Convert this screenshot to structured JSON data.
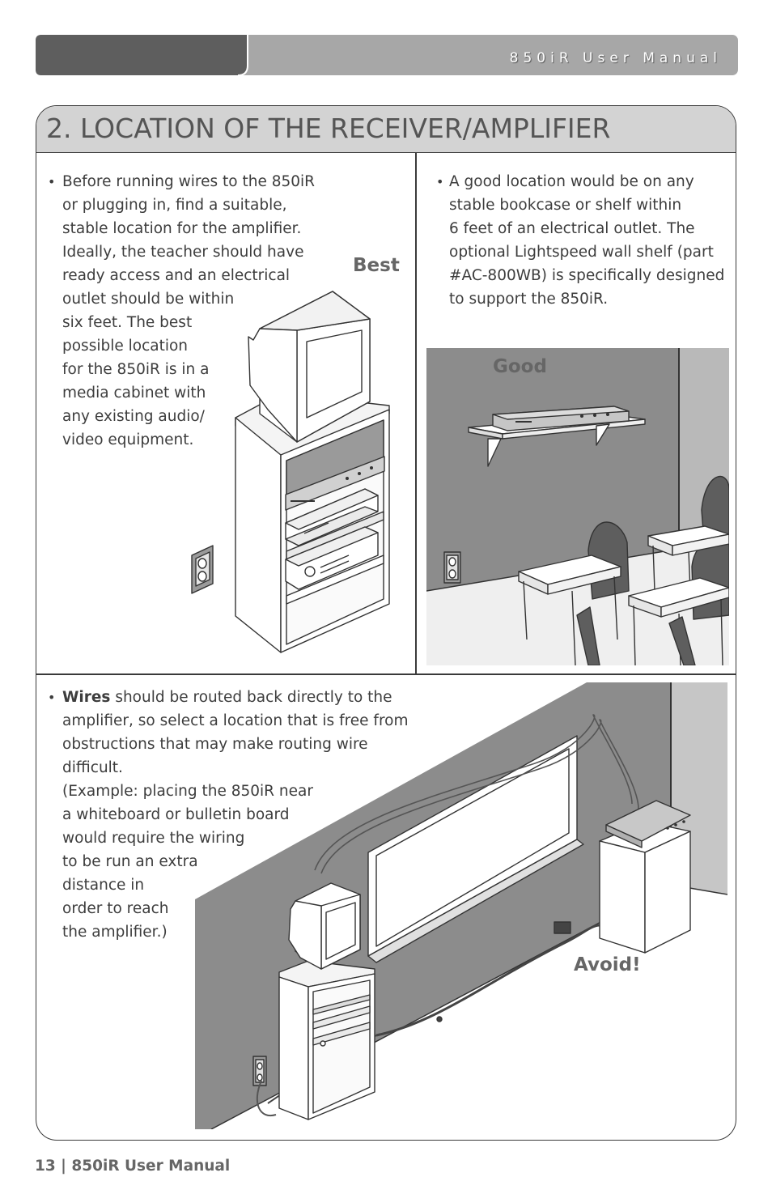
{
  "header": {
    "title": "850iR User Manual"
  },
  "section": {
    "title": "2. LOCATION OF THE RECEIVER/AMPLIFIER"
  },
  "best": {
    "bullet": "•",
    "lines": [
      "Before running wires to the 850iR",
      "or plugging in, find a suitable,",
      "stable location for the amplifier.",
      "Ideally, the teacher should have",
      "ready access and an electrical",
      "outlet should be within",
      "six feet. The best",
      "possible location",
      "for the 850iR is in a",
      "media cabinet with",
      "any existing audio/",
      "video equipment."
    ],
    "caption": "Best"
  },
  "good": {
    "bullet": "•",
    "lines": [
      "A good location would be on any",
      "stable bookcase or shelf within",
      "6 feet of an electrical outlet. The",
      "optional Lightspeed wall shelf (part",
      "#AC-800WB) is specifically designed",
      "to support the 850iR."
    ],
    "caption": "Good"
  },
  "avoid": {
    "bullet": "•",
    "bold_lead": "Wires",
    "first_line_rest": " should be routed back directly to the",
    "lines": [
      "amplifier, so select a location that is free from",
      "obstructions that may make routing wire",
      "difficult.",
      "(Example: placing the 850iR near",
      "a whiteboard or bulletin board",
      "would require the wiring",
      "to be run an extra",
      "distance in",
      "order to reach",
      "the amplifier.)"
    ],
    "caption": "Avoid!"
  },
  "footer": {
    "text": "13 | 850iR User Manual"
  },
  "colors": {
    "header_dark": "#5e5e5e",
    "header_light": "#a7a7a7",
    "title_band": "#d3d3d3",
    "wall_gray": "#8c8c8c",
    "caption_gray": "#666666"
  }
}
